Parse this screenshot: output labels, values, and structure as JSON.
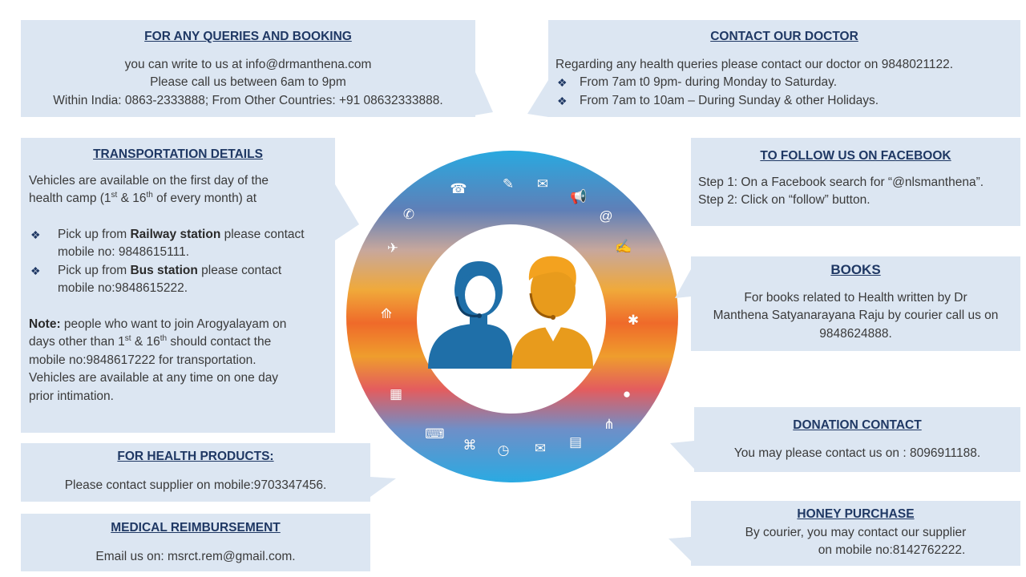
{
  "queries": {
    "title": "FOR ANY QUERIES AND BOOKING",
    "line1": "you can write to us at  info@drmanthena.com",
    "line2": "Please call us between 6am to 9pm",
    "line3": "Within India: 0863-2333888; From Other Countries:   +91 08632333888."
  },
  "doctor": {
    "title": "CONTACT OUR DOCTOR",
    "line1": "Regarding any health queries please contact our doctor on 9848021122.",
    "bullets": [
      "From 7am t0 9pm- during Monday to Saturday.",
      "From 7am to 10am – During Sunday & other Holidays."
    ]
  },
  "transport": {
    "title": "TRANSPORTATION DETAILS",
    "intro_a": "Vehicles are available on the first day of the",
    "intro_b": "health camp (1",
    "sup1": "st",
    "intro_c": " & 16",
    "sup2": "th",
    "intro_d": " of every month) at",
    "b1_pre": "Pick up from ",
    "b1_bold": "Railway station",
    "b1_post": " please contact",
    "b1_line2": "mobile no: 9848615111.",
    "b2_pre": "Pick up from ",
    "b2_bold": "Bus station",
    "b2_post": " please contact",
    "b2_line2": "mobile no:9848615222.",
    "note_label": "Note:",
    "note_a": " people who want to join Arogyalayam on",
    "note_b": "days other than 1",
    "note_sup1": "st",
    "note_c": " & 16",
    "note_sup2": "th",
    "note_d": " should contact the",
    "note_e": "mobile no:9848617222 for transportation.",
    "note_f": "Vehicles are available at any time on one day",
    "note_g": "prior intimation."
  },
  "facebook": {
    "title": "TO FOLLOW US ON FACEBOOK",
    "step1": "Step 1: On a Facebook search for “@nlsmanthena”.",
    "step2": "Step 2: Click on “follow” button."
  },
  "books": {
    "title": "BOOKS",
    "line1": "For books related to Health written by Dr",
    "line2": "Manthena Satyanarayana Raju by courier call us on",
    "line3": "9848624888."
  },
  "donation": {
    "title": "DONATION CONTACT",
    "line1": "You may please contact us on : 8096911188."
  },
  "products": {
    "title": "FOR HEALTH PRODUCTS:",
    "line1": "Please contact supplier on mobile:9703347456."
  },
  "honey": {
    "title": "HONEY PURCHASE",
    "line1": "By courier, you may contact our supplier",
    "line2": "on mobile no:8142762222."
  },
  "reimbursement": {
    "title": "MEDICAL REIMBURSEMENT",
    "line1": "Email us on: msrct.rem@gmail.com."
  },
  "colors": {
    "box_bg": "#dce6f2",
    "title": "#1f3864",
    "female_agent": "#1f6fa8",
    "male_agent": "#e89b1c"
  }
}
